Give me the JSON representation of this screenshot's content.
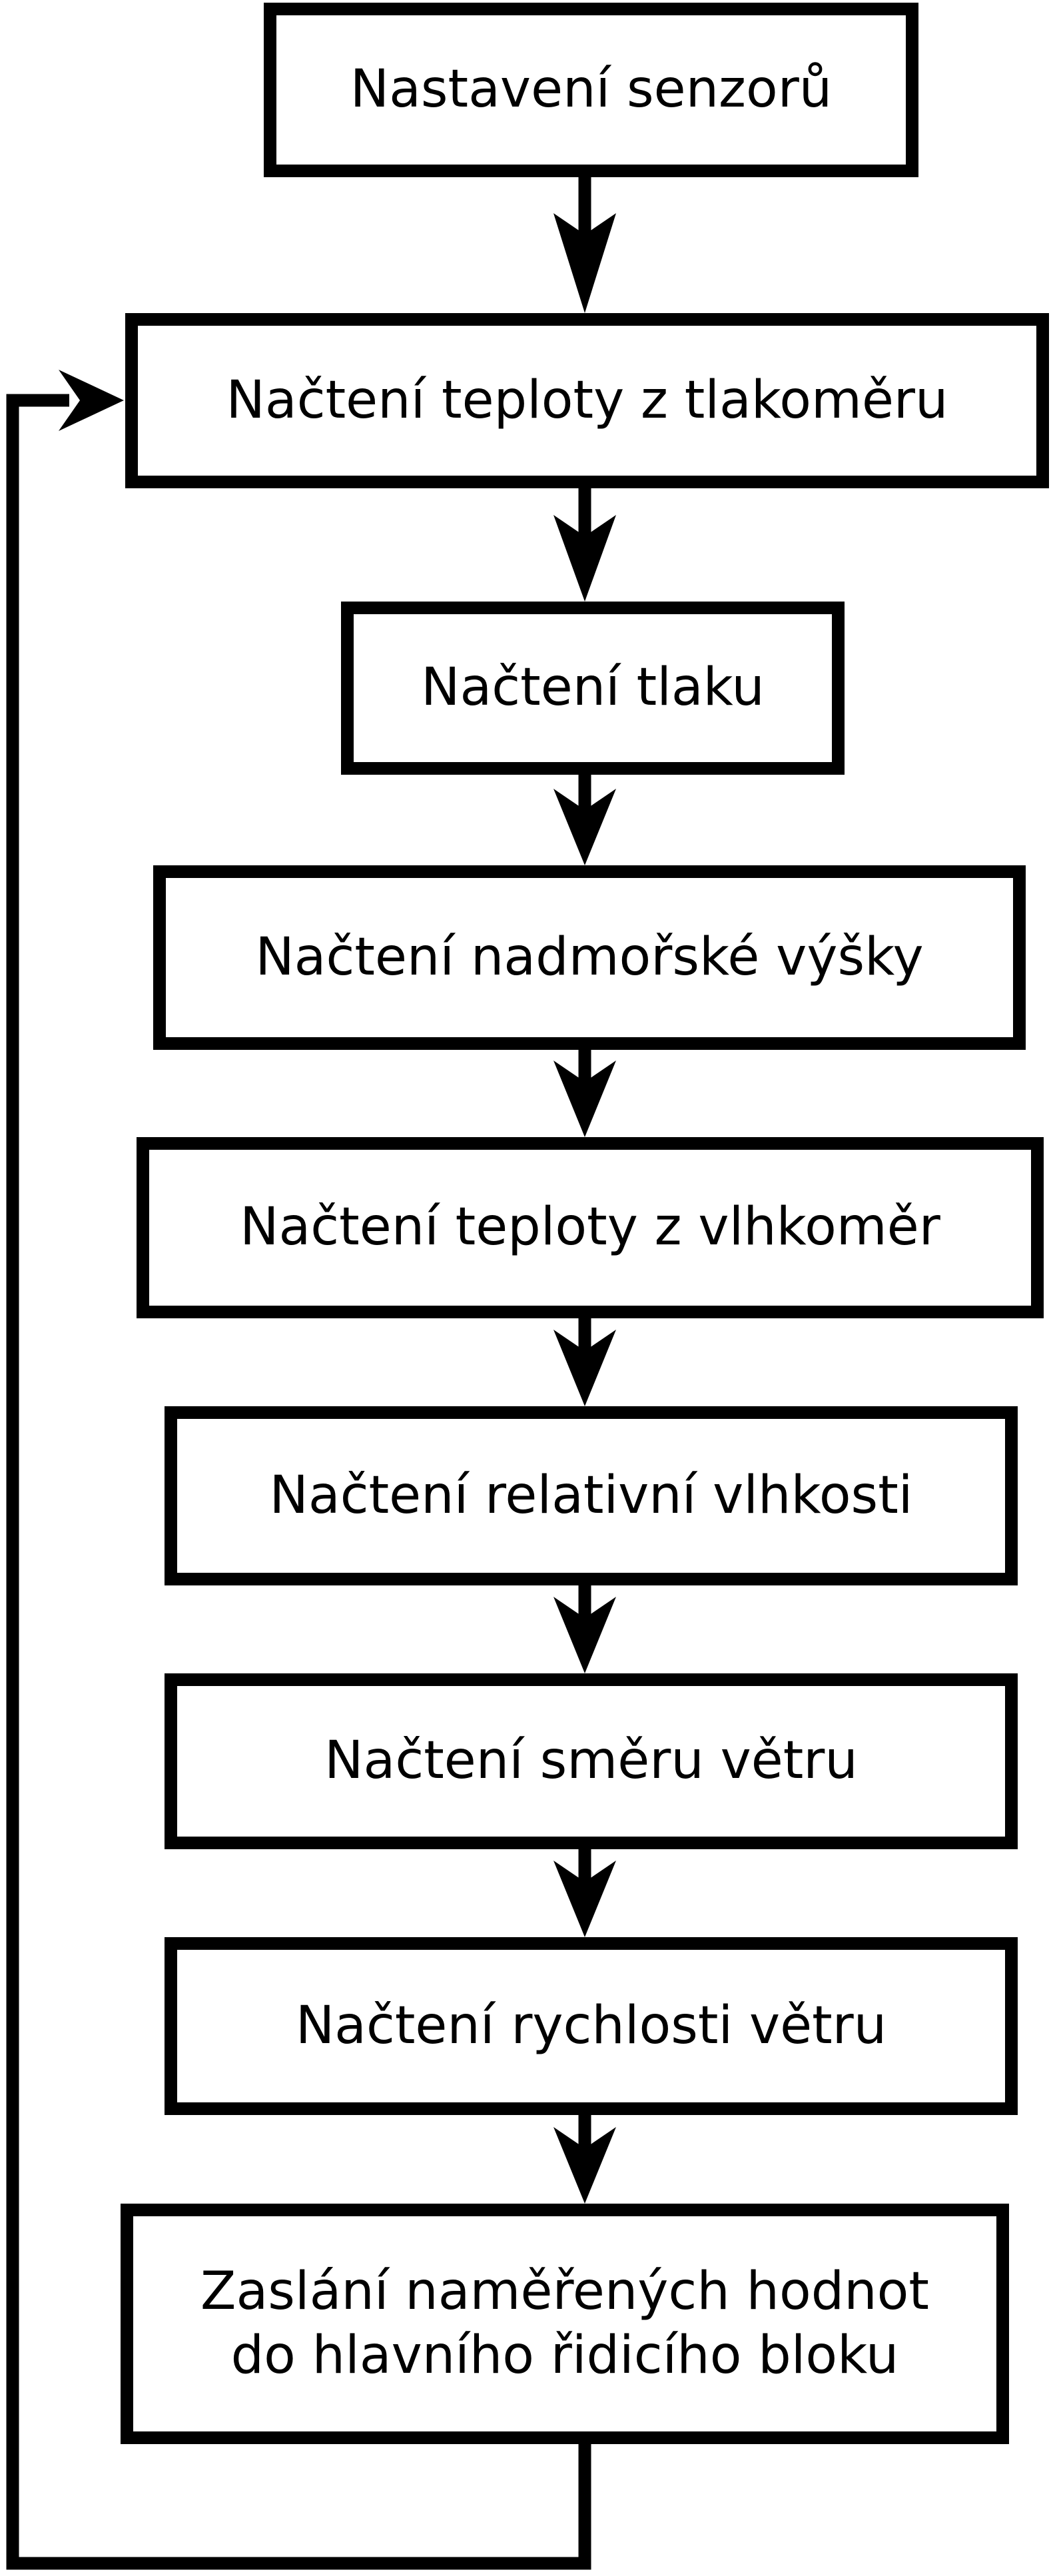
{
  "diagram": {
    "type": "flowchart",
    "background_color": "#ffffff",
    "line_color": "#000000",
    "text_color": "#000000",
    "nodes": [
      {
        "id": "nastaveni-senzoru",
        "label": "Nastavení senzorů"
      },
      {
        "id": "nacteni-teploty-z-tlakomeru",
        "label": "Načtení teploty z tlakoměru"
      },
      {
        "id": "nacteni-tlaku",
        "label": "Načtení tlaku"
      },
      {
        "id": "nacteni-nadmorske-vysky",
        "label": "Načtení nadmořské výšky"
      },
      {
        "id": "nacteni-teploty-z-vlhkomer",
        "label": "Načtení teploty z vlhkoměr"
      },
      {
        "id": "nacteni-relativni-vlhkosti",
        "label": "Načtení relativní vlhkosti"
      },
      {
        "id": "nacteni-smeru-vetru",
        "label": "Načtení směru větru"
      },
      {
        "id": "nacteni-rychlosti-vetru",
        "label": "Načtení rychlosti větru"
      },
      {
        "id": "zaslani-namerenych-hodnot",
        "label": "Zaslání naměřených hodnot\ndo hlavního řidicího bloku"
      }
    ],
    "edges": [
      {
        "from": "nastaveni-senzoru",
        "to": "nacteni-teploty-z-tlakomeru",
        "kind": "straight-down"
      },
      {
        "from": "nacteni-teploty-z-tlakomeru",
        "to": "nacteni-tlaku",
        "kind": "straight-down"
      },
      {
        "from": "nacteni-tlaku",
        "to": "nacteni-nadmorske-vysky",
        "kind": "straight-down"
      },
      {
        "from": "nacteni-nadmorske-vysky",
        "to": "nacteni-teploty-z-vlhkomer",
        "kind": "straight-down"
      },
      {
        "from": "nacteni-teploty-z-vlhkomer",
        "to": "nacteni-relativni-vlhkosti",
        "kind": "straight-down"
      },
      {
        "from": "nacteni-relativni-vlhkosti",
        "to": "nacteni-smeru-vetru",
        "kind": "straight-down"
      },
      {
        "from": "nacteni-smeru-vetru",
        "to": "nacteni-rychlosti-vetru",
        "kind": "straight-down"
      },
      {
        "from": "nacteni-rychlosti-vetru",
        "to": "zaslani-namerenych-hodnot",
        "kind": "straight-down"
      },
      {
        "from": "zaslani-namerenych-hodnot",
        "to": "nacteni-teploty-z-tlakomeru",
        "kind": "loop-left"
      }
    ]
  }
}
